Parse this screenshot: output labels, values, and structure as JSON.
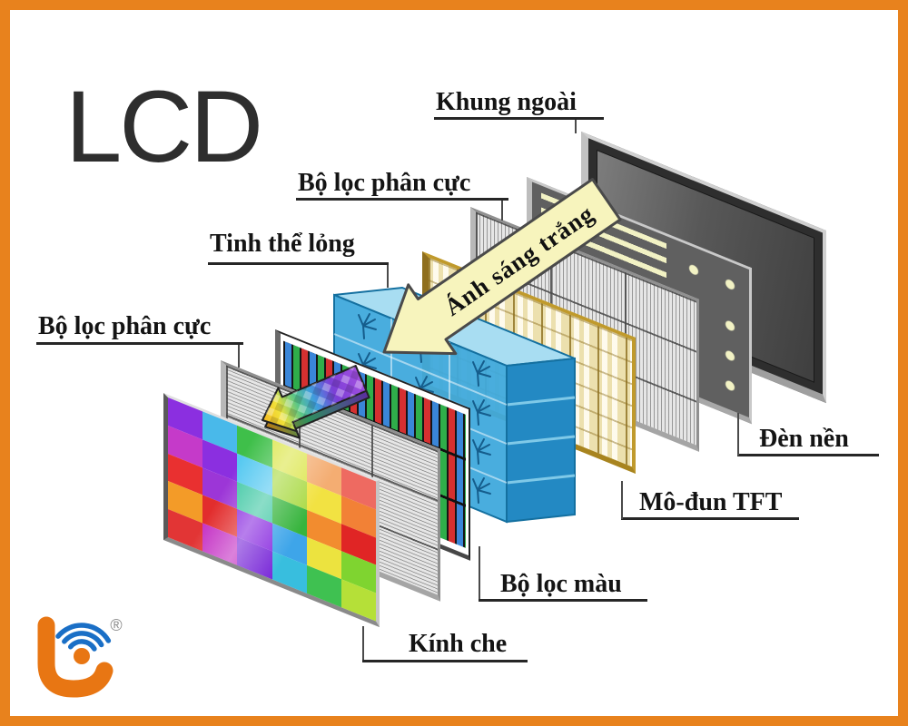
{
  "title": "LCD",
  "border_color": "#e8821d",
  "background": "#ffffff",
  "arrow": {
    "label": "Ánh sáng trắng",
    "fill": "#f7f4bd"
  },
  "labels": {
    "khung_ngoai": "Khung ngoài",
    "bo_loc_phan_cuc_sau": "Bộ lọc phân cực",
    "tinh_the_long": "Tinh thể lỏng",
    "bo_loc_phan_cuc_truoc": "Bộ lọc phân cực",
    "den_nen": "Đèn nền",
    "mo_dun_tft": "Mô-đun TFT",
    "bo_loc_mau": "Bộ lọc màu",
    "kinh_che": "Kính che"
  },
  "layers": [
    {
      "id": "khung-ngoai",
      "name": "Khung ngoài",
      "color": "#2e2e2e"
    },
    {
      "id": "den-nen",
      "name": "Đèn nền",
      "color": "#606060",
      "dot_color": "#f2f2c4"
    },
    {
      "id": "bo-loc-phan-cuc-sau",
      "name": "Bộ lọc phân cực",
      "color": "#e6e6e6"
    },
    {
      "id": "mo-dun-tft",
      "name": "Mô-đun TFT",
      "color": "#ece0ae"
    },
    {
      "id": "tinh-the-long",
      "name": "Tinh thể lỏng",
      "color": "#3fa9dc"
    },
    {
      "id": "bo-loc-mau",
      "name": "Bộ lọc màu",
      "colors": [
        "#3a86d8",
        "#2fae4a",
        "#d53030"
      ]
    },
    {
      "id": "bo-loc-phan-cuc-truoc",
      "name": "Bộ lọc phân cực",
      "color": "#e6e6e6"
    },
    {
      "id": "kinh-che",
      "name": "Kính che",
      "color": "multicolor"
    }
  ],
  "screen_grid_colors": [
    [
      "#8b2fe0",
      "#49b9ea",
      "#3fbf4a",
      "#dce64d",
      "#f4ad72",
      "#ee6a61"
    ],
    [
      "#c53ac9",
      "#8b2fe0",
      "#57c9f1",
      "#aada45",
      "#f2e242",
      "#f28136"
    ],
    [
      "#e93030",
      "#9c36d7",
      "#44c9a6",
      "#37b43d",
      "#f28c2f",
      "#e02525"
    ],
    [
      "#f39b28",
      "#e22d2d",
      "#8b2fe0",
      "#3ea5e9",
      "#ece33f",
      "#7fd430"
    ],
    [
      "#e23535",
      "#c534c5",
      "#7a2ad8",
      "#38bede",
      "#3fc151",
      "#b5e038"
    ]
  ],
  "logo": {
    "registered_mark": "®",
    "orange": "#e87613",
    "blue": "#1a6fc6"
  }
}
